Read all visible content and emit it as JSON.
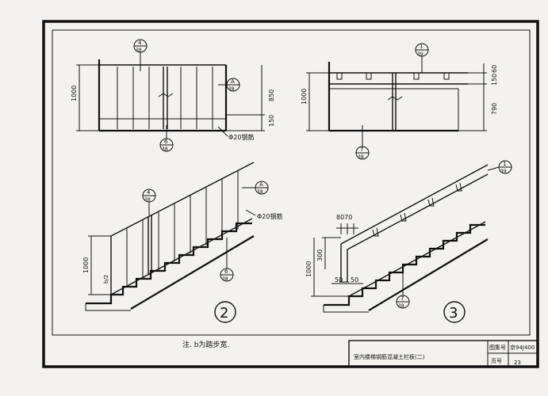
{
  "title_block": {
    "title": "室内楼梯钢筋混凝土栏板(二)",
    "atlas_label": "图集号",
    "atlas_no": "京94J400",
    "page_label": "页号",
    "page_no": "23"
  },
  "note": "注. b为踏步宽.",
  "details": {
    "d2_label": "2",
    "d3_label": "3"
  },
  "refs": {
    "r4": {
      "num": "4",
      "sheet": "38"
    },
    "rA": {
      "num": "A",
      "sheet": "38"
    },
    "r6": {
      "num": "6",
      "sheet": "38"
    },
    "r1": {
      "num": "1",
      "sheet": "39"
    },
    "r7": {
      "num": "7",
      "sheet": "38"
    },
    "r4b": {
      "num": "4",
      "sheet": "38"
    },
    "rAb": {
      "num": "A",
      "sheet": "38"
    },
    "r6b": {
      "num": "6",
      "sheet": "38"
    },
    "r1b": {
      "num": "1",
      "sheet": "39"
    },
    "r7b": {
      "num": "7",
      "sheet": "38"
    }
  },
  "labels": {
    "rebar": "Φ20钢筋",
    "rebar2": "Φ20钢筋",
    "d1000_a": "1000",
    "d850": "850",
    "d150_a": "150",
    "d1000_b": "1000",
    "d60": "60",
    "d150_b": "150",
    "d790": "790",
    "d1000_c": "1000",
    "b2": "b/2",
    "d8070": "8070",
    "d300": "300",
    "d1000_d": "1000",
    "d50a": "50",
    "d50b": "50"
  }
}
